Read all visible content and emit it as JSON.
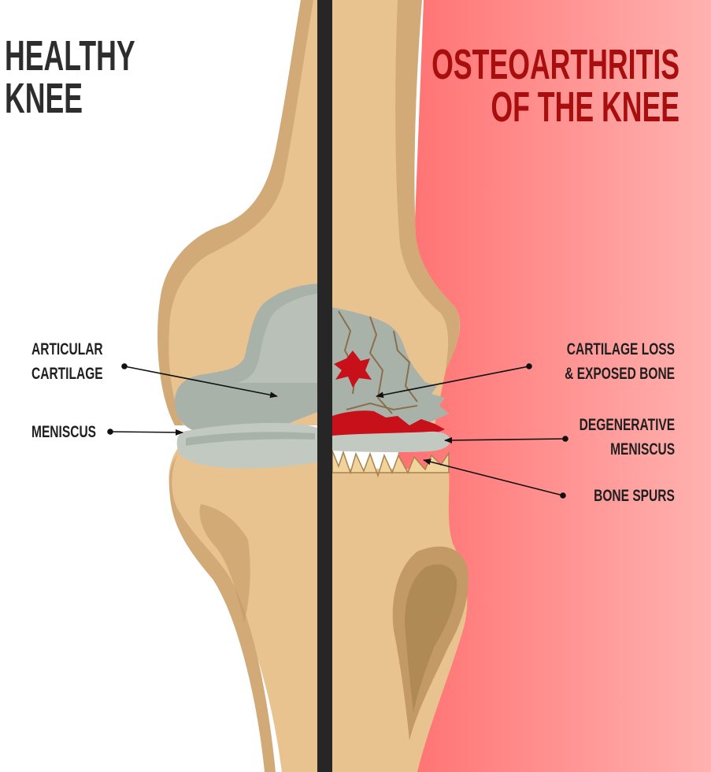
{
  "titles": {
    "healthy": [
      "HEALTHY",
      "KNEE"
    ],
    "osteoarthritis": [
      "OSTEOARTHRITIS",
      "OF THE KNEE"
    ]
  },
  "labels": {
    "articular_cartilage": [
      "ARTICULAR",
      "CARTILAGE"
    ],
    "meniscus": [
      "MENISCUS"
    ],
    "cartilage_loss": [
      "CARTILAGE LOSS",
      "& EXPOSED BONE"
    ],
    "degenerative_meniscus": [
      "DEGENERATIVE",
      "MENISCUS"
    ],
    "bone_spurs": [
      "BONE SPURS"
    ]
  },
  "colors": {
    "bone": "#e8c38f",
    "bone_shadow": "#d2aa78",
    "bone_dark": "#c39a66",
    "cartilage": "#a9b2a9",
    "cartilage_light": "#c2c9c0",
    "inflammation": "#c8101a",
    "divider": "#262626",
    "healthy_title": "#2d2d2d",
    "osteo_title": "#a80e0e",
    "background_red": "#ff6b6b",
    "background_pink": "#ffb0ae"
  }
}
